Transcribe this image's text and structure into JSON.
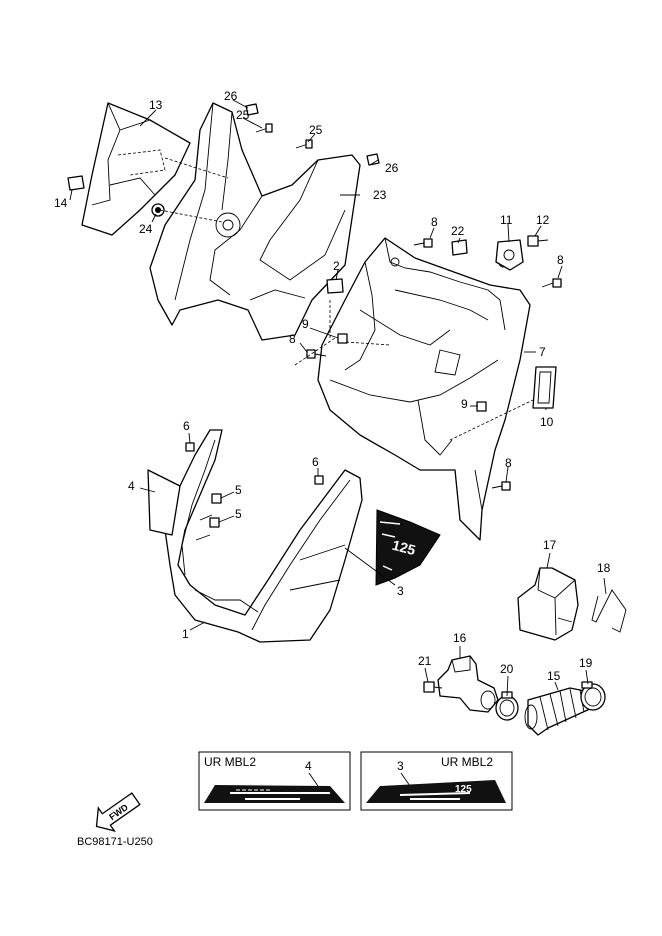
{
  "callouts": {
    "c1": "1",
    "c2": "2",
    "c3": "3",
    "c4": "4",
    "c5a": "5",
    "c5b": "5",
    "c6a": "6",
    "c6b": "6",
    "c7": "7",
    "c8a": "8",
    "c8b": "8",
    "c8c": "8",
    "c8d": "8",
    "c9a": "9",
    "c9b": "9",
    "c10": "10",
    "c11": "11",
    "c12": "12",
    "c13": "13",
    "c14": "14",
    "c15": "15",
    "c16": "16",
    "c17": "17",
    "c18": "18",
    "c19": "19",
    "c20": "20",
    "c21": "21",
    "c22": "22",
    "c23": "23",
    "c24": "24",
    "c25a": "25",
    "c25b": "25",
    "c26a": "26",
    "c26b": "26"
  },
  "legend_boxes": {
    "left": {
      "title": "UR MBL2",
      "part": "4"
    },
    "right": {
      "title": "UR MBL2",
      "part": "3"
    }
  },
  "decal_logo_text": "125",
  "fwd_arrow": {
    "label": "FWD"
  },
  "diagram_code": "BC98171-U250"
}
